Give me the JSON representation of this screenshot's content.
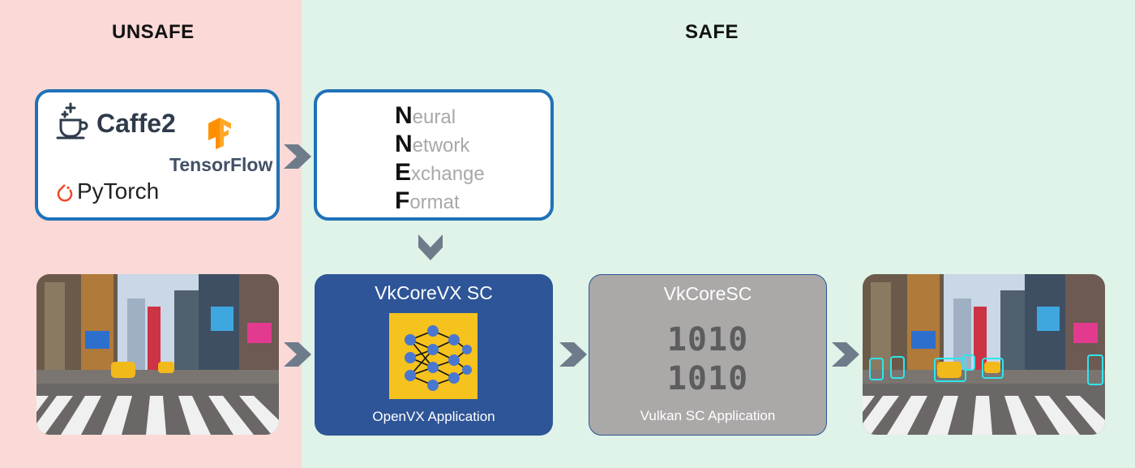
{
  "zones": {
    "unsafe": "UNSAFE",
    "safe": "SAFE"
  },
  "frameworks": {
    "caffe2": "Caffe2",
    "tensorflow": "TensorFlow",
    "pytorch": "PyTorch"
  },
  "nnef": [
    {
      "initial": "N",
      "rest": "eural"
    },
    {
      "initial": "N",
      "rest": "etwork"
    },
    {
      "initial": "E",
      "rest": "xchange"
    },
    {
      "initial": "F",
      "rest": "ormat"
    }
  ],
  "openvx": {
    "title": "VkCoreVX SC",
    "subtitle": "OpenVX Application"
  },
  "vulkan": {
    "title": "VkCoreSC",
    "binary": [
      "1010",
      "1010"
    ],
    "subtitle": "Vulkan SC Application"
  },
  "colors": {
    "unsafe_bg": "#fbd9d7",
    "safe_bg": "#dff3e8",
    "box_border": "#1f72b8",
    "openvx_bg": "#2e5597",
    "vulkan_bg": "#aba8a8",
    "arrow": "#6e7b8b",
    "detection": "#2ee6ee"
  }
}
